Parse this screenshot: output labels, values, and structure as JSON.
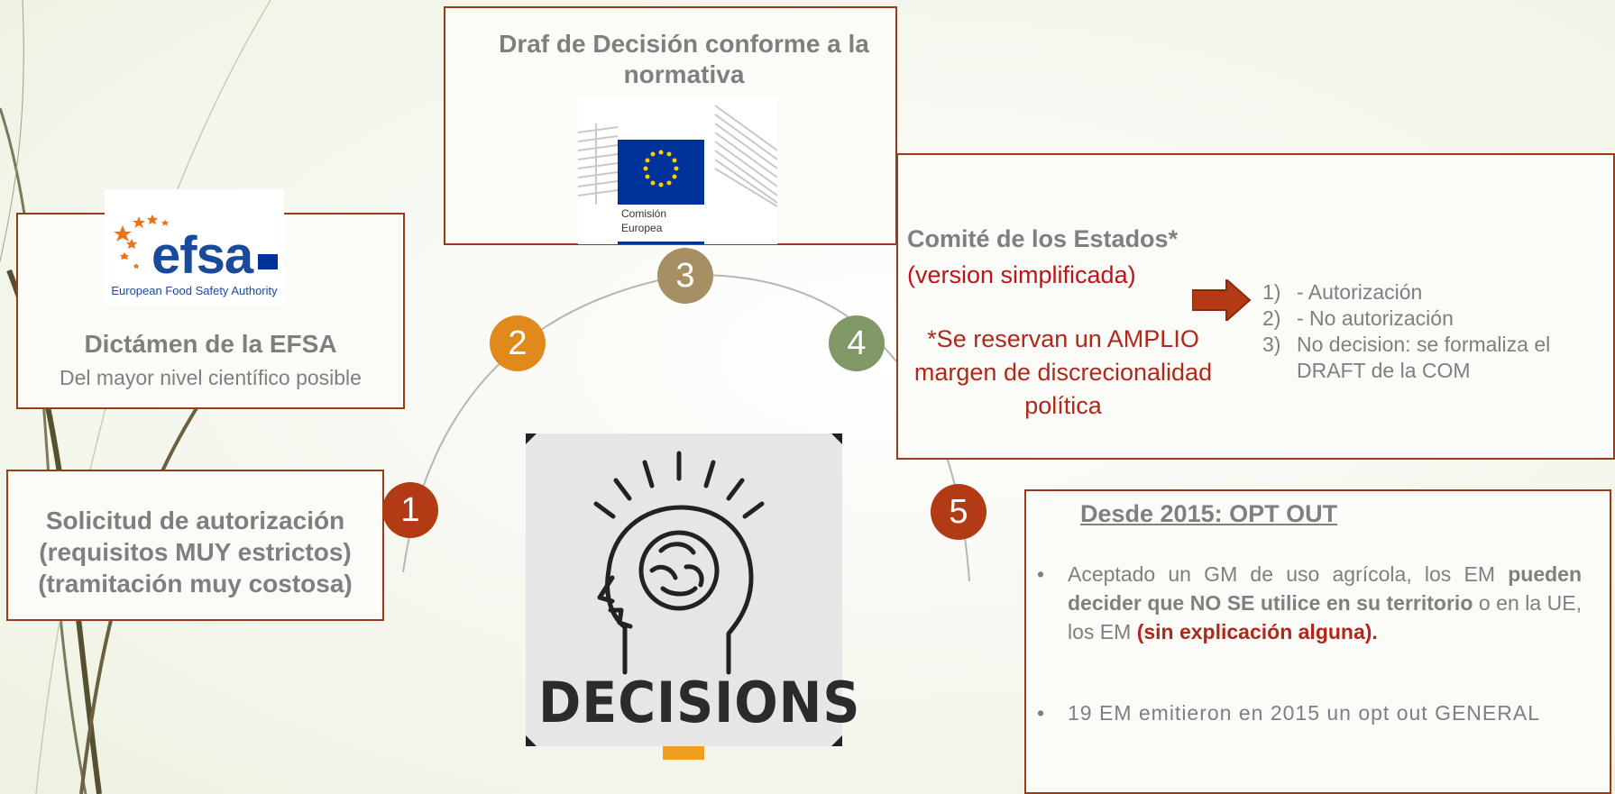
{
  "steps": [
    {
      "number": "1",
      "color": "#b23a14"
    },
    {
      "number": "2",
      "color": "#e08a1c"
    },
    {
      "number": "3",
      "color": "#a58f63"
    },
    {
      "number": "4",
      "color": "#7f9866"
    },
    {
      "number": "5",
      "color": "#b23a14"
    }
  ],
  "box1": {
    "line1": "Solicitud de autorización",
    "line2": "(requisitos MUY estrictos)",
    "line3": "(tramitación muy costosa)"
  },
  "box2": {
    "logo_text": "efsa",
    "logo_caption": "European Food Safety Authority",
    "title": "Dictámen de la EFSA",
    "subtitle": "Del mayor nivel científico posible"
  },
  "box3": {
    "title": "Draf de Decisión conforme a la normativa",
    "logo_line1": "Comisión",
    "logo_line2": "Europea"
  },
  "box4": {
    "title": "Comité de los Estados*",
    "subtitle": "(version simplificada)",
    "note": "*Se reservan un AMPLIO margen de discrecionalidad política",
    "options": [
      {
        "num": "1)",
        "text": "- Autorización"
      },
      {
        "num": "2)",
        "text": "- No autorización"
      },
      {
        "num": "3)",
        "text": "No decision: se formaliza el DRAFT de la COM"
      }
    ]
  },
  "box5": {
    "title": "Desde 2015: OPT OUT",
    "bullet1_a": "Aceptado un GM de uso agrícola, los EM ",
    "bullet1_b": "pueden decider que NO SE utilice en su territorio",
    "bullet1_c": " o en la UE, los EM ",
    "bullet1_d": "(sin explicación alguna).",
    "bullet2": "19 EM emitieron en 2015 un opt out GENERAL"
  },
  "decisions_image": {
    "label": "DECISIONS"
  }
}
